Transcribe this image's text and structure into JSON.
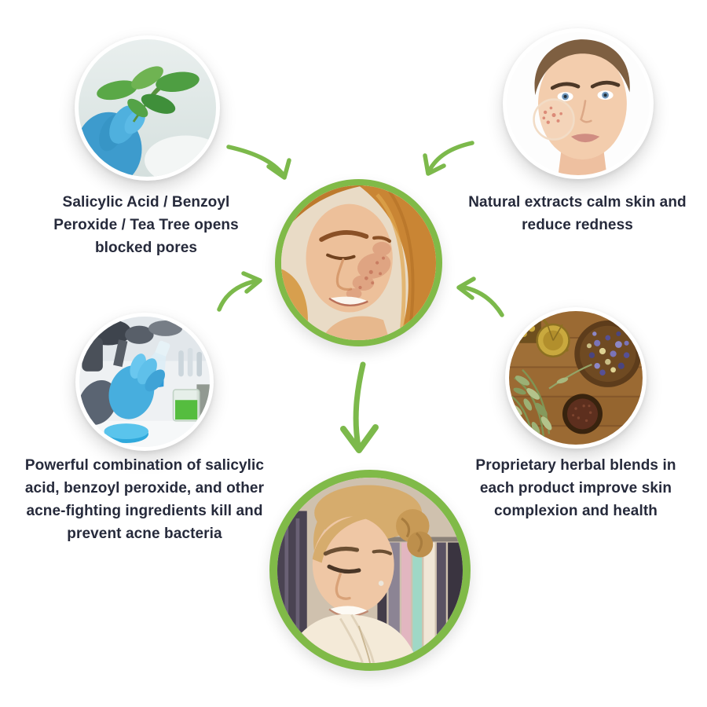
{
  "colors": {
    "accent_green": "#80ba48",
    "caption_text": "#262a3b",
    "background": "#ffffff"
  },
  "benefits": [
    {
      "position": "top-left",
      "photo": "gloved-hand-holding-green-leaf-sprig",
      "caption_lines": [
        "Salicylic Acid / Benzoyl",
        "Peroxide / Tea Tree opens",
        "blocked pores"
      ]
    },
    {
      "position": "top-right",
      "photo": "woman-face-with-acne-area-circled",
      "caption_lines": [
        "Natural extracts calm skin and",
        "reduce redness"
      ]
    },
    {
      "position": "bottom-left",
      "photo": "lab-gloved-hand-holding-flask",
      "caption_lines": [
        "Powerful combination of salicylic",
        "acid, benzoyl peroxide, and other",
        "acne-fighting ingredients kill and",
        "prevent acne bacteria"
      ]
    },
    {
      "position": "bottom-right",
      "photo": "dried-herbs-and-wooden-bowls",
      "caption_lines": [
        "Proprietary herbal blends in",
        "each product improve skin",
        "complexion and health"
      ]
    }
  ],
  "center_photo": "before-photo-woman-red-hair-with-acne",
  "result_photo": "after-photo-woman-blonde-clear-skin",
  "arrows": [
    "curved-arrow-top-left-to-center",
    "curved-arrow-top-right-to-center",
    "curved-arrow-bottom-left-to-center",
    "curved-arrow-bottom-right-to-center",
    "curved-arrow-center-to-result"
  ]
}
